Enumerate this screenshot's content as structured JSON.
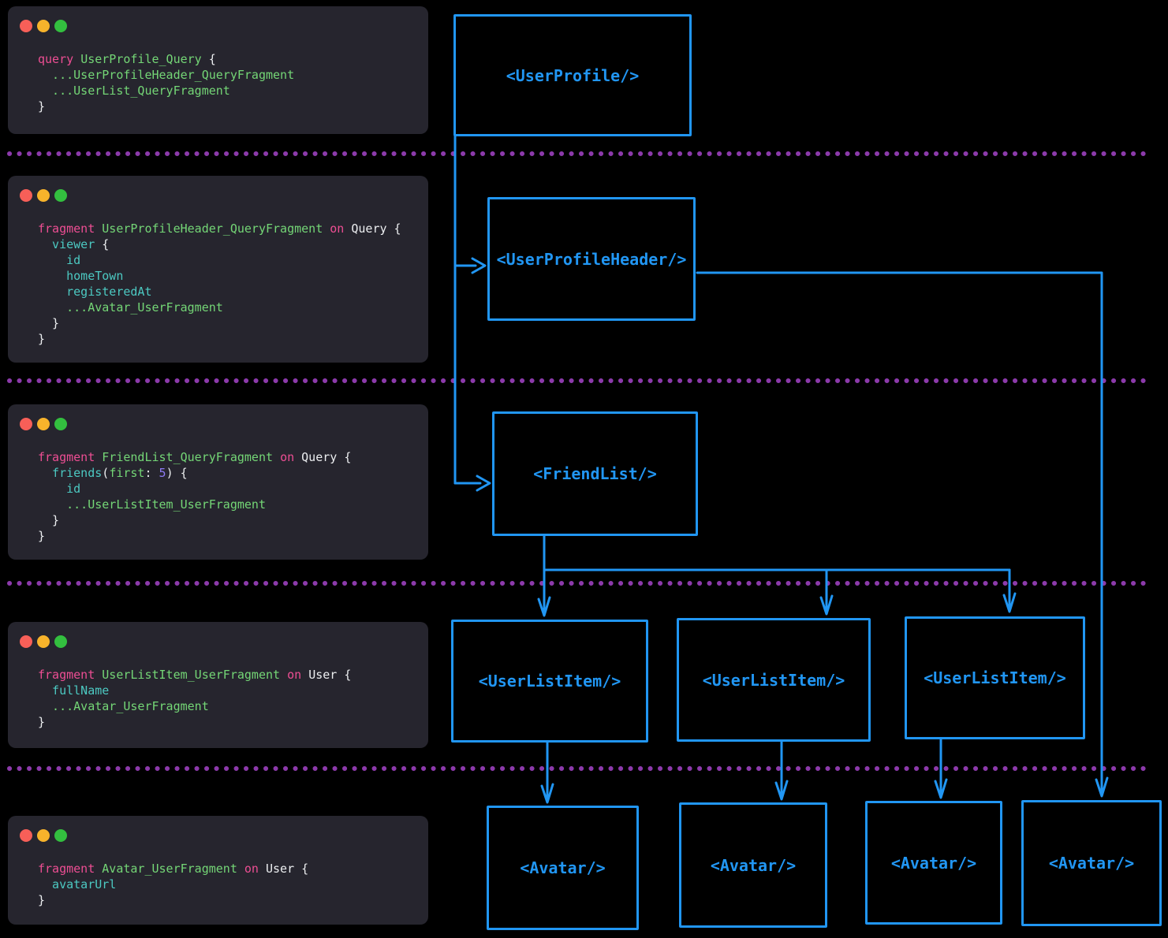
{
  "palette": {
    "page_bg": "#000000",
    "window_bg": "#26252e",
    "keyword": "#ed4e93",
    "fragment_name": "#74d676",
    "field": "#4cc9c2",
    "plain": "#eceef0",
    "number": "#8d7bf4",
    "diagram_blue": "#2196f3",
    "divider_purple": "#8c3aab",
    "traffic_red": "#f75f58",
    "traffic_yellow": "#f7b32b",
    "traffic_green": "#33bf3f"
  },
  "code_windows": [
    {
      "name": "user-profile-query",
      "lines": [
        [
          {
            "text": "query ",
            "color": "keyword"
          },
          {
            "text": "UserProfile_Query ",
            "color": "fragment"
          },
          {
            "text": "{",
            "color": "plain"
          }
        ],
        [
          {
            "text": "  ...UserProfileHeader_QueryFragment",
            "color": "fragment"
          }
        ],
        [
          {
            "text": "  ...UserList_QueryFragment",
            "color": "fragment"
          }
        ],
        [
          {
            "text": "}",
            "color": "plain"
          }
        ]
      ]
    },
    {
      "name": "user-profile-header-fragment",
      "lines": [
        [
          {
            "text": "fragment ",
            "color": "keyword"
          },
          {
            "text": "UserProfileHeader_QueryFragment ",
            "color": "fragment"
          },
          {
            "text": "on ",
            "color": "keyword"
          },
          {
            "text": "Query {",
            "color": "plain"
          }
        ],
        [
          {
            "text": "  viewer ",
            "color": "field"
          },
          {
            "text": "{",
            "color": "plain"
          }
        ],
        [
          {
            "text": "    id",
            "color": "field"
          }
        ],
        [
          {
            "text": "    homeTown",
            "color": "field"
          }
        ],
        [
          {
            "text": "    registeredAt",
            "color": "field"
          }
        ],
        [
          {
            "text": "    ...Avatar_UserFragment",
            "color": "fragment"
          }
        ],
        [
          {
            "text": "  }",
            "color": "plain"
          }
        ],
        [
          {
            "text": "}",
            "color": "plain"
          }
        ]
      ]
    },
    {
      "name": "friend-list-fragment",
      "lines": [
        [
          {
            "text": "fragment ",
            "color": "keyword"
          },
          {
            "text": "FriendList_QueryFragment ",
            "color": "fragment"
          },
          {
            "text": "on ",
            "color": "keyword"
          },
          {
            "text": "Query {",
            "color": "plain"
          }
        ],
        [
          {
            "text": "  friends",
            "color": "field"
          },
          {
            "text": "(",
            "color": "plain"
          },
          {
            "text": "first",
            "color": "fragment"
          },
          {
            "text": ": ",
            "color": "plain"
          },
          {
            "text": "5",
            "color": "number"
          },
          {
            "text": ") {",
            "color": "plain"
          }
        ],
        [
          {
            "text": "    id",
            "color": "field"
          }
        ],
        [
          {
            "text": "    ...UserListItem_UserFragment",
            "color": "fragment"
          }
        ],
        [
          {
            "text": "  }",
            "color": "plain"
          }
        ],
        [
          {
            "text": "}",
            "color": "plain"
          }
        ]
      ]
    },
    {
      "name": "user-list-item-fragment",
      "lines": [
        [
          {
            "text": "fragment ",
            "color": "keyword"
          },
          {
            "text": "UserListItem_UserFragment ",
            "color": "fragment"
          },
          {
            "text": "on ",
            "color": "keyword"
          },
          {
            "text": "User {",
            "color": "plain"
          }
        ],
        [
          {
            "text": "  fullName",
            "color": "field"
          }
        ],
        [
          {
            "text": "  ...Avatar_UserFragment",
            "color": "fragment"
          }
        ],
        [
          {
            "text": "}",
            "color": "plain"
          }
        ]
      ]
    },
    {
      "name": "avatar-fragment",
      "lines": [
        [
          {
            "text": "fragment ",
            "color": "keyword"
          },
          {
            "text": "Avatar_UserFragment ",
            "color": "fragment"
          },
          {
            "text": "on ",
            "color": "keyword"
          },
          {
            "text": "User {",
            "color": "plain"
          }
        ],
        [
          {
            "text": "  avatarUrl",
            "color": "field"
          }
        ],
        [
          {
            "text": "}",
            "color": "plain"
          }
        ]
      ]
    }
  ],
  "diagram": {
    "boxes": [
      {
        "id": "user-profile",
        "label": "<UserProfile/>"
      },
      {
        "id": "user-profile-header",
        "label": "<UserProfileHeader/>"
      },
      {
        "id": "friend-list",
        "label": "<FriendList/>"
      },
      {
        "id": "user-list-item-1",
        "label": "<UserListItem/>"
      },
      {
        "id": "user-list-item-2",
        "label": "<UserListItem/>"
      },
      {
        "id": "user-list-item-3",
        "label": "<UserListItem/>"
      },
      {
        "id": "avatar-1",
        "label": "<Avatar/>"
      },
      {
        "id": "avatar-2",
        "label": "<Avatar/>"
      },
      {
        "id": "avatar-3",
        "label": "<Avatar/>"
      },
      {
        "id": "avatar-4",
        "label": "<Avatar/>"
      }
    ]
  }
}
